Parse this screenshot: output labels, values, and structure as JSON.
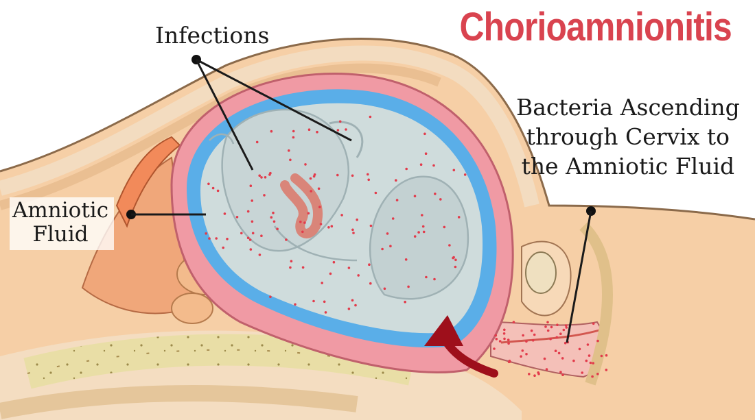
{
  "title": "Chorioamnionitis",
  "labels": {
    "infections": "Infections",
    "amniotic_fluid": [
      "Amniotic",
      "Fluid"
    ],
    "bacteria": [
      "Bacteria Ascending",
      "through Cervix to",
      "the Amniotic Fluid"
    ]
  },
  "colors": {
    "title": "#d9434f",
    "amniotic_fluid": "#5aaee8",
    "uterine_wall": "#f0a0a8",
    "fetus": "#c9d6d6",
    "skin": "#f7d3ae",
    "infection_dots": "#e23b4b",
    "arrow": "#9e0f1b",
    "spine": "#e8dca0"
  }
}
